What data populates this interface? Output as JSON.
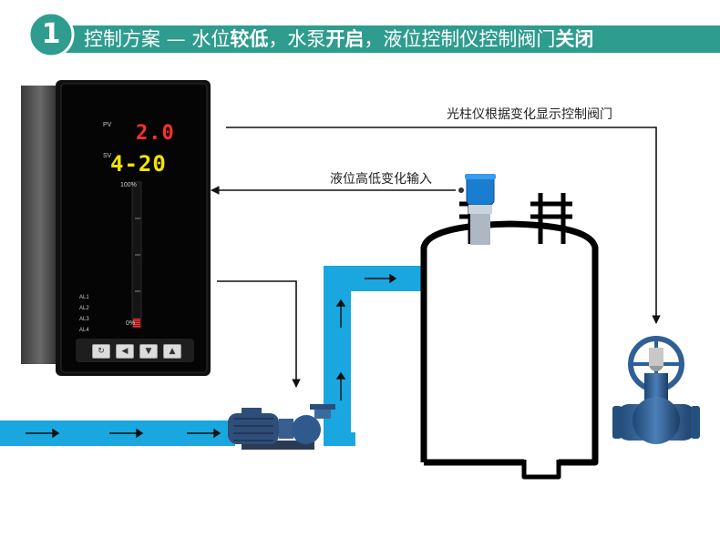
{
  "banner": {
    "step": "1",
    "title_parts": [
      "控制方案 — 水位",
      "较低",
      "，水泵",
      "开启",
      "，液位控制仪控制阀门",
      "关闭"
    ]
  },
  "annotations": {
    "display_valve": "光柱仪根据变化显示控制阀门",
    "level_input": "液位高低变化输入"
  },
  "controller": {
    "pv_label": "PV",
    "sv_label": "SV",
    "pv_value": "2.0",
    "sv_value": "4-20",
    "bar_top_label": "100%",
    "bar_bottom_label": "0%",
    "alarms": [
      "AL1",
      "AL2",
      "AL3",
      "AL4"
    ],
    "buttons": [
      "↻",
      "◀",
      "▼",
      "▲"
    ],
    "level_fraction": 0.06
  },
  "colors": {
    "banner": "#2e9c8e",
    "pipe": "#1aa7df",
    "pv": "#ff2f2f",
    "sv": "#f2e400",
    "valve": "#2f5f95",
    "pump": "#2f4f7a"
  }
}
